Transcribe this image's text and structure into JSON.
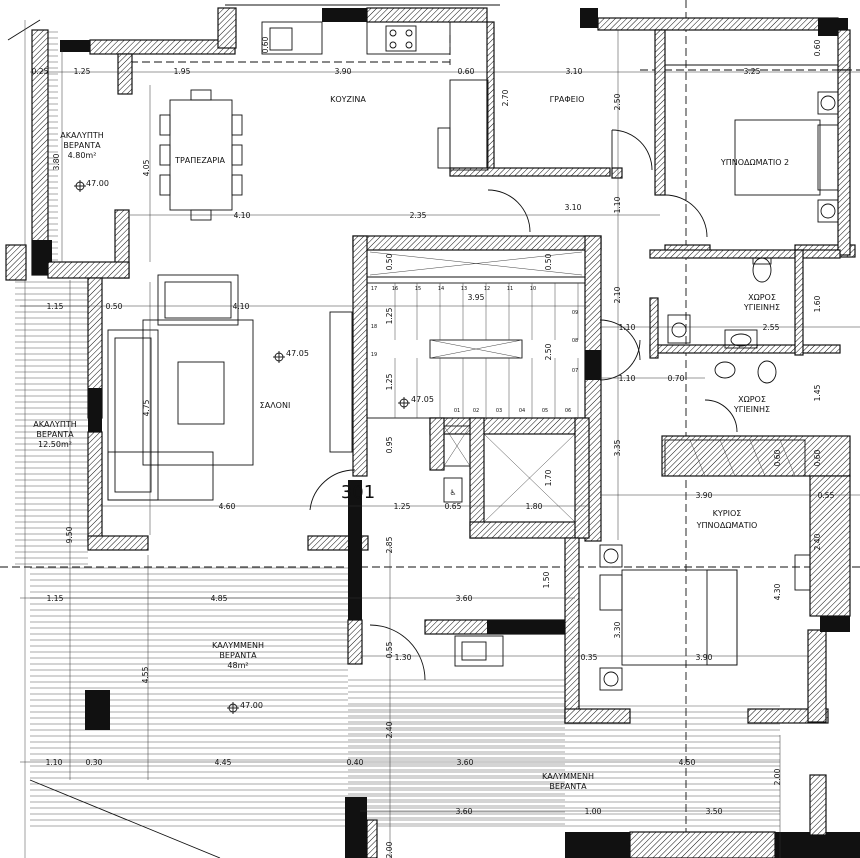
{
  "rooms": {
    "kitchen": "ΚΟΥΖΙΝΑ",
    "office": "ΓΡΑΦΕΙΟ",
    "bedroom2": "ΥΠΝΟΔΩΜΑΤΙΟ 2",
    "dining": "ΤΡΑΠΕΖΑΡΙΑ",
    "living": "ΣΑΛΟΝΙ",
    "bath1": [
      "ΧΩΡΟΣ",
      "ΥΓΙΕΙΝΗΣ"
    ],
    "bath2": [
      "ΧΩΡΟΣ",
      "ΥΓΙΕΙΝΗΣ"
    ],
    "master": [
      "ΚΥΡΙΟΣ",
      "ΥΠΝΟΔΩΜΑΤΙΟ"
    ],
    "open_veranda_top": [
      "ΑΚΑΛΥΠΤΗ",
      "ΒΕΡΑΝΤΑ",
      "4.80m²"
    ],
    "open_veranda_left": [
      "ΑΚΑΛΥΠΤΗ",
      "ΒΕΡΑΝΤΑ",
      "12.50m²"
    ],
    "covered_veranda": [
      "ΚΑΛΥΜΜΕΝΗ",
      "ΒΕΡΑΝΤΑ",
      "48m²"
    ],
    "covered_veranda_bottom": [
      "ΚΑΛΥΜΜΕΝΗ",
      "ΒΕΡΑΝΤΑ"
    ]
  },
  "unit_number": "301",
  "levels": [
    "47.00",
    "47.05",
    "47.05",
    "47.00"
  ],
  "stair_steps": [
    "17",
    "16",
    "15",
    "14",
    "13",
    "12",
    "11",
    "10",
    "09",
    "08",
    "07",
    "06",
    "05",
    "04",
    "03",
    "02",
    "01",
    "18",
    "19"
  ],
  "dimensions_h": [
    "0.25",
    "1.25",
    "1.95",
    "3.90",
    "0.60",
    "3.10",
    "3.25",
    "4.10",
    "2.35",
    "3.10",
    "1.15",
    "0.50",
    "4.10",
    "3.95",
    "1.10",
    "2.55",
    "1.10",
    "0.70",
    "4.60",
    "1.25",
    "0.65",
    "1.80",
    "3.90",
    "0.55",
    "1.15",
    "4.85",
    "3.60",
    "1.30",
    "0.35",
    "3.90",
    "1.10",
    "0.30",
    "4.45",
    "0.40",
    "3.60",
    "4.50",
    "3.60",
    "1.00",
    "3.50"
  ],
  "dimensions_v": [
    "0.60",
    "2.70",
    "2.50",
    "0.60",
    "3.80",
    "4.05",
    "1.10",
    "2.10",
    "1.60",
    "1.25",
    "0.50",
    "2.50",
    "0.50",
    "1.25",
    "4.75",
    "0.95",
    "1.70",
    "1.45",
    "3.35",
    "0.60",
    "0.60",
    "2.40",
    "2.85",
    "1.50",
    "4.30",
    "3.30",
    "9.50",
    "4.55",
    "0.55",
    "2.40",
    "2.00",
    "2.00"
  ]
}
